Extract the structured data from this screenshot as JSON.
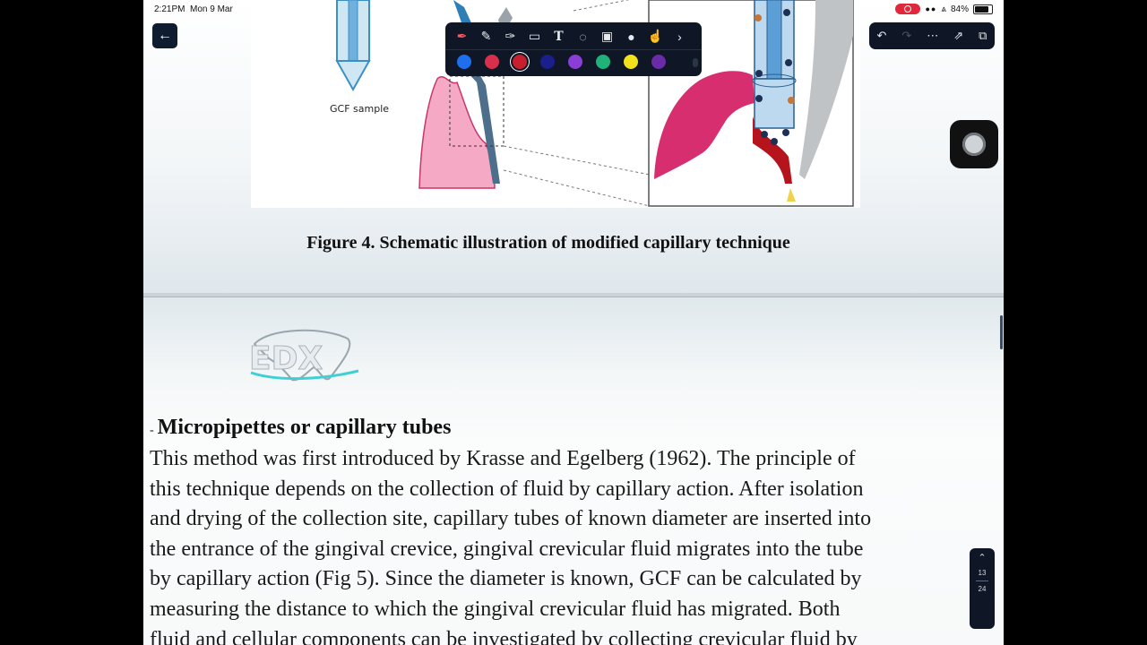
{
  "status_bar": {
    "time": "2:21PM",
    "date": "Mon 9 Mar",
    "battery": "84%"
  },
  "figure": {
    "label_gcf_sample": "GCF sample",
    "caption": "Figure 4. Schematic illustration of modified capillary technique"
  },
  "toolbar": {
    "tools": [
      "pen-icon",
      "pencil-icon",
      "highlighter-icon",
      "eraser-icon",
      "text-icon",
      "lasso-icon",
      "image-icon",
      "microphone-icon",
      "touch-icon",
      "chevron-right-icon"
    ],
    "active_tool": "pen-icon",
    "colors": [
      "#1e6ff0",
      "#d8304a",
      "#c81f2f",
      "#1b1f8c",
      "#8a3ed6",
      "#1fb37a",
      "#f2e21c",
      "#6a2ba8"
    ],
    "selected_color": "#c81f2f"
  },
  "right_tools": [
    "undo-icon",
    "redo-icon",
    "more-icon",
    "export-icon",
    "copy-icon"
  ],
  "logo_text": "EDX",
  "section": {
    "dash": "-",
    "heading": "Micropipettes or capillary tubes",
    "lines": [
      "This method was first introduced by Krasse and Egelberg (1962). The principle of",
      "this technique depends on the collection of fluid by capillary action. After isolation",
      "and drying of the collection site, capillary tubes of known diameter are inserted into",
      " the entrance of the gingival crevice, gingival crevicular fluid migrates into the tube",
      "by capillary action (Fig 5). Since the diameter is known, GCF can be calculated by",
      "measuring the distance to which the gingival crevicular fluid has migrated. Both",
      "fluid and cellular components can be investigated by collecting crevicular fluid by"
    ]
  },
  "pager": {
    "current": "13",
    "total": "24"
  }
}
